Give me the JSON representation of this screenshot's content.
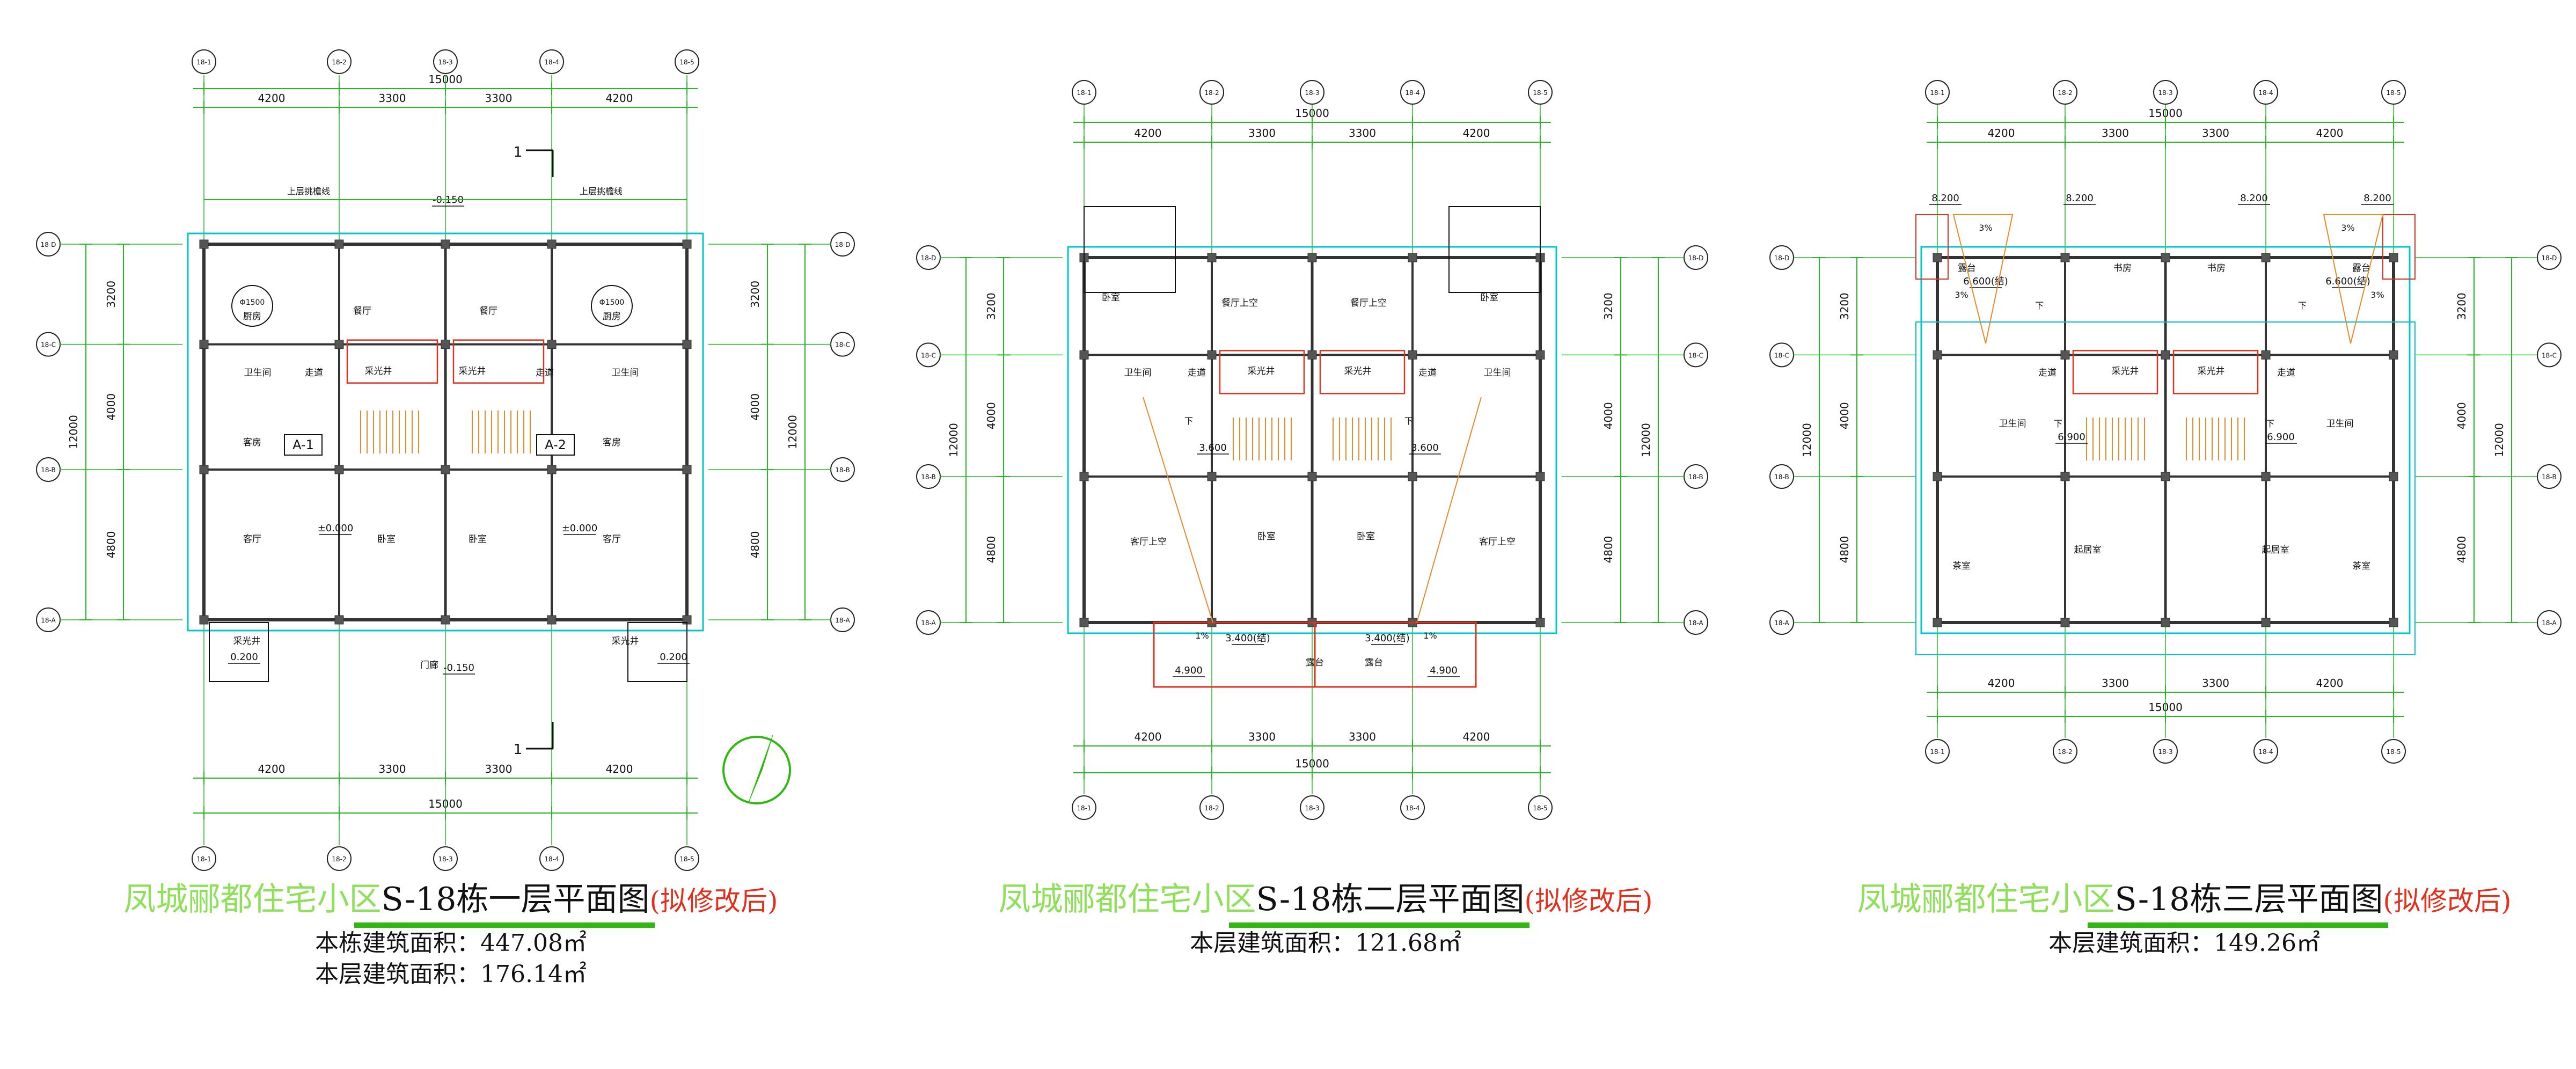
{
  "project_name": "凤城郦都住宅小区",
  "note": "(拟修改后)",
  "colors": {
    "dim": "#22bb22",
    "wall": "#333333",
    "room": "#1b9c1b",
    "red": "#e0301e",
    "cyan": "#00c8c8",
    "projname": "#8ee05a"
  },
  "dimensions": {
    "total": "15000",
    "spans": [
      "4200",
      "3300",
      "3300",
      "4200"
    ],
    "v_total": "12000",
    "v_spans": [
      "3200",
      "4000",
      "4800"
    ],
    "axes_x": [
      "18-1",
      "18-2",
      "18-3",
      "18-4",
      "18-5"
    ],
    "axes_y": [
      "18-D",
      "18-C",
      "18-B",
      "18-A"
    ]
  },
  "floors": [
    {
      "title": "S-18栋一层平面图",
      "areas": [
        "本栋建筑面积：447.08㎡",
        "本层建筑面积：176.14㎡"
      ],
      "section_mark": "1",
      "rooms": [
        "厨房",
        "餐厅",
        "餐厅",
        "厨房",
        "卫生间",
        "走道",
        "采光井",
        "采光井",
        "走道",
        "卫生间",
        "客房",
        "客房",
        "客厅",
        "卧室",
        "卧室",
        "客厅",
        "采光井",
        "门廊",
        "采光井"
      ],
      "tags": [
        "A-1",
        "A-2"
      ],
      "levels": [
        "-0.150",
        "±0.000",
        "±0.000",
        "-0.150",
        "0.200",
        "0.200"
      ],
      "table_labels": [
        "Φ1500",
        "Φ1500"
      ],
      "labels": [
        "上层挑檐线",
        "上层挑檐线"
      ]
    },
    {
      "title": "S-18栋二层平面图",
      "areas": [
        "本层建筑面积：121.68㎡"
      ],
      "rooms": [
        "卧室",
        "餐厅上空",
        "餐厅上空",
        "卧室",
        "卫生间",
        "走道",
        "采光井",
        "采光井",
        "走道",
        "卫生间",
        "客厅上空",
        "卧室",
        "卧室",
        "客厅上空",
        "露台",
        "露台"
      ],
      "levels": [
        "3.600",
        "3.600",
        "3.400(结)",
        "3.400(结)",
        "4.900",
        "4.900"
      ],
      "marks": [
        "下",
        "下",
        "1%",
        "1%"
      ]
    },
    {
      "title": "S-18栋三层平面图",
      "areas": [
        "本层建筑面积：149.26㎡"
      ],
      "rooms": [
        "露台",
        "书房",
        "书房",
        "露台",
        "走道",
        "采光井",
        "采光井",
        "走道",
        "卫生间",
        "卫生间",
        "茶室",
        "起居室",
        "起居室",
        "茶室"
      ],
      "levels": [
        "8.200",
        "8.200",
        "8.200",
        "8.200",
        "6.600(结)",
        "6.600(结)",
        "6.900",
        "6.900"
      ],
      "marks": [
        "3%",
        "3%",
        "3%",
        "3%",
        "下",
        "下",
        "下",
        "下"
      ]
    }
  ]
}
